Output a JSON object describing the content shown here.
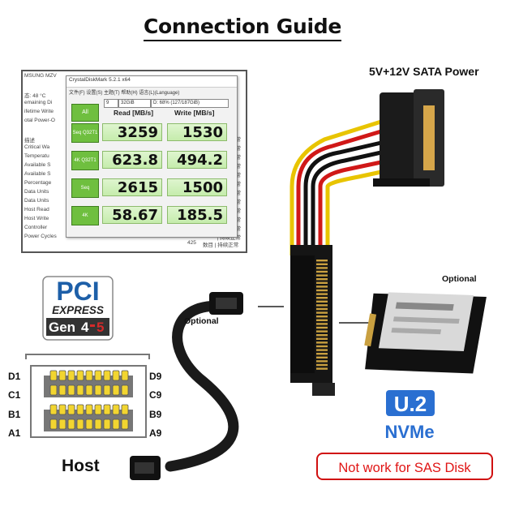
{
  "title": "Connection Guide",
  "labels": {
    "sata_power": "5V+12V SATA Power",
    "optional_cable": "Optional",
    "optional_ssd": "Optional",
    "host": "Host",
    "warning": "Not work for SAS Disk"
  },
  "pci_logo": {
    "line1": "PCI",
    "line2": "EXPRESS",
    "gen_prefix": "Gen",
    "gen_a": "4",
    "gen_b": "5"
  },
  "u2_logo": {
    "line1": "U.2",
    "line2": "NVMe"
  },
  "connector_pins": {
    "left": [
      "D1",
      "C1",
      "B1",
      "A1"
    ],
    "right": [
      "D9",
      "C9",
      "B9",
      "A9"
    ]
  },
  "screenshot": {
    "background_left": [
      "MSUNG MZV",
      "",
      "态: 48 °C",
      "emaining Di",
      "ifetime Write",
      "otal Power-O",
      "",
      "描述",
      "Critical Wa",
      "Temperatu",
      "Available S",
      "Available S",
      "Percentage",
      "Data Units",
      "Data Units",
      "Host Read",
      "Host Write",
      "Controller",
      "Power Cycles"
    ],
    "background_right": [
      "正常",
      "正常",
      "正常",
      "正常",
      "正常",
      "正常",
      "正常",
      "正常",
      "正常",
      "正常",
      "正常",
      "| 持续正常"
    ],
    "bottom_number": "425",
    "bottom_status": "数目 | 持续正常",
    "window_title": "CrystalDiskMark 5.2.1 x64",
    "menu": "文件(F)  设置(S)  主题(T)  帮助(H)  语言(L)(Language)",
    "runs": "9",
    "size": "32GiB",
    "drive": "D: 68% (127/187GiB)",
    "all_button": "All",
    "read_header": "Read [MB/s]",
    "write_header": "Write [MB/s]",
    "rows": [
      {
        "label": "Seq Q32T1",
        "read": "3259",
        "write": "1530"
      },
      {
        "label": "4K Q32T1",
        "read": "623.8",
        "write": "494.2"
      },
      {
        "label": "Seq",
        "read": "2615",
        "write": "1500"
      },
      {
        "label": "4K",
        "read": "58.67",
        "write": "185.5"
      }
    ]
  },
  "colors": {
    "pci_blue": "#1d5fa8",
    "gen_red": "#d42a2a",
    "u2_blue": "#2a6fd1",
    "warning_red": "#e01515",
    "cdm_green": "#6fbf3f"
  },
  "icons": [
    "sata-power-connector-icon",
    "u2-adapter-card-icon",
    "sata-data-cable-icon",
    "u2-ssd-icon"
  ]
}
